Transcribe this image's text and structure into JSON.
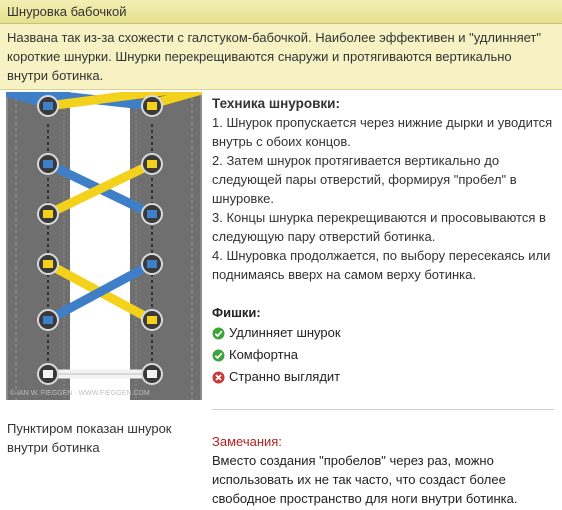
{
  "header": {
    "title": "Шнуровка бабочкой"
  },
  "intro": {
    "text": "Названа так из-за схожести с галстуком-бабочкой. Наиболее эффективен и \"удлинняет\" короткие шнурки. Шнурки перекрещиваются снаружи и протягиваются вертикально внутри ботинка."
  },
  "illustration": {
    "credit": "© IAN W. FIEGGEN · WWW.FIEGGEN.COM",
    "colors": {
      "shoe": "#6f6f6f",
      "tongue": "#ffffff",
      "eyelet": "#3a3a3a",
      "lace_blue": "#3f7fc8",
      "lace_yellow": "#f4d21c",
      "lace_white": "#f2f2f2",
      "background": "#8a8a8a"
    }
  },
  "caption": {
    "text": "Пунктиром показан шнурок внутри ботинка"
  },
  "technique": {
    "heading": "Техника шнуровки:",
    "steps": [
      "1. Шнурок пропускается через нижние дырки и уводится внутрь с обоих концов.",
      "2. Затем шнурок протягивается вертикально до следующей пары отверстий, формируя \"пробел\" в шнуровке.",
      "3. Концы шнурка перекрещиваются и просовываются в следующую пару отверстий ботинка.",
      "4. Шнуровка продолжается, по выбору пересекаясь или поднимаясь вверх на самом верху ботинка."
    ]
  },
  "features": {
    "heading": "Фишки:",
    "items": [
      {
        "label": "Удлинняет шнурок",
        "icon": "check-icon",
        "color": "#3aa53a"
      },
      {
        "label": "Комфортна",
        "icon": "check-icon",
        "color": "#3aa53a"
      },
      {
        "label": "Странно выглядит",
        "icon": "cross-icon",
        "color": "#c83a3a"
      }
    ]
  },
  "notes": {
    "title": "Замечания:",
    "text": "Вместо создания \"пробелов\" через раз, можно использовать их не так часто, что создаст более свободное пространство для ноги внутри ботинка."
  }
}
